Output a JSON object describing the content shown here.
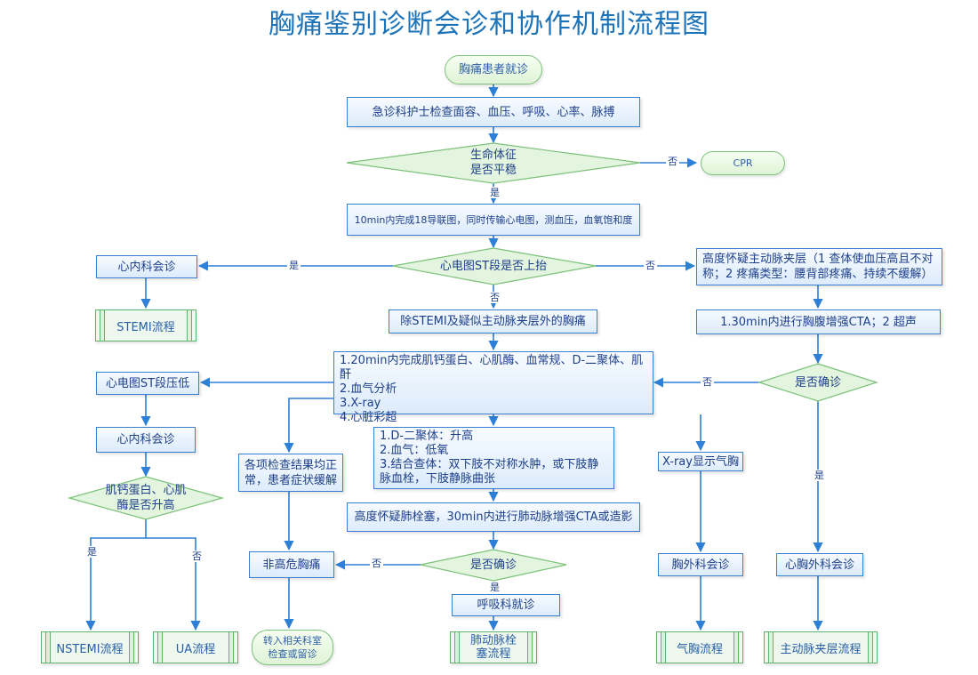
{
  "title": "胸痛鉴别诊断会诊和协作机制流程图",
  "nodes": {
    "start": "胸痛患者就诊",
    "nurse_check": "急诊科护士检查面容、血压、呼吸、心率、脉搏",
    "vital_signs_line1": "生命体征",
    "vital_signs_line2": "是否平稳",
    "cpr": "CPR",
    "ecg_10min": "10min内完成18导联图，同时传输心电图，测血压，血氧饱和度",
    "st_elevation": "心电图ST段是否上抬",
    "cardiology_consult_top": "心内科会诊",
    "stemi": "STEMI流程",
    "suspect_dissection": "高度怀疑主动脉夹层（1 查体使血压高且不对称；2 疼痛类型：腰背部疼痛、持续不缓解）",
    "cta_30min": "1.30min内进行胸腹增强CTA；2 超声",
    "other_chest_pain": "除STEMI及疑似主动脉夹层外的胸痛",
    "tests_20min": [
      "1.20min内完成肌钙蛋白、心肌酶、血常规、D-二聚体、肌酐",
      "2.血气分析",
      "3.X-ray",
      "4.心脏彩超"
    ],
    "st_depression": "心电图ST段压低",
    "cardiology_consult_mid": "心内科会诊",
    "troponin_line1": "肌钙蛋白、心肌",
    "troponin_line2": "酶是否升高",
    "nstemi": "NSTEMI流程",
    "ua": "UA流程",
    "normal_results": "各项检查结果均正常，患者症状缓解",
    "pe_findings": [
      "1.D-二聚体：升高",
      "2.血气：低氧",
      "3.结合查体：双下肢不对称水肿，或下肢静脉血栓，下肢静脉曲张"
    ],
    "suspect_pe": "高度怀疑肺栓塞，30min内进行肺动脉增强CTA或造影",
    "pe_confirm": "是否确诊",
    "respiratory_consult": "呼吸科就诊",
    "pe_flow_line1": "肺动脉栓",
    "pe_flow_line2": "塞流程",
    "non_high_risk": "非高危胸痛",
    "transfer_line1": "转入相关科室",
    "transfer_line2": "检查或留诊",
    "xray_pneumothorax": "X-ray显示气胸",
    "thoracic_surgery": "胸外科会诊",
    "pneumothorax_flow": "气胸流程",
    "dissection_confirm": "是否确诊",
    "cardiothoracic_surgery": "心胸外科会诊",
    "dissection_flow": "主动脉夹层流程"
  },
  "edge_labels": {
    "yes": "是",
    "no": "否"
  },
  "colors": {
    "title": "#1d73b8",
    "box_border": "#3b7fcf",
    "arrow": "#2e7fd6",
    "decision_fill": "#e3f4df",
    "decision_border": "#7cc27a",
    "terminal_border": "#5fb36a"
  }
}
